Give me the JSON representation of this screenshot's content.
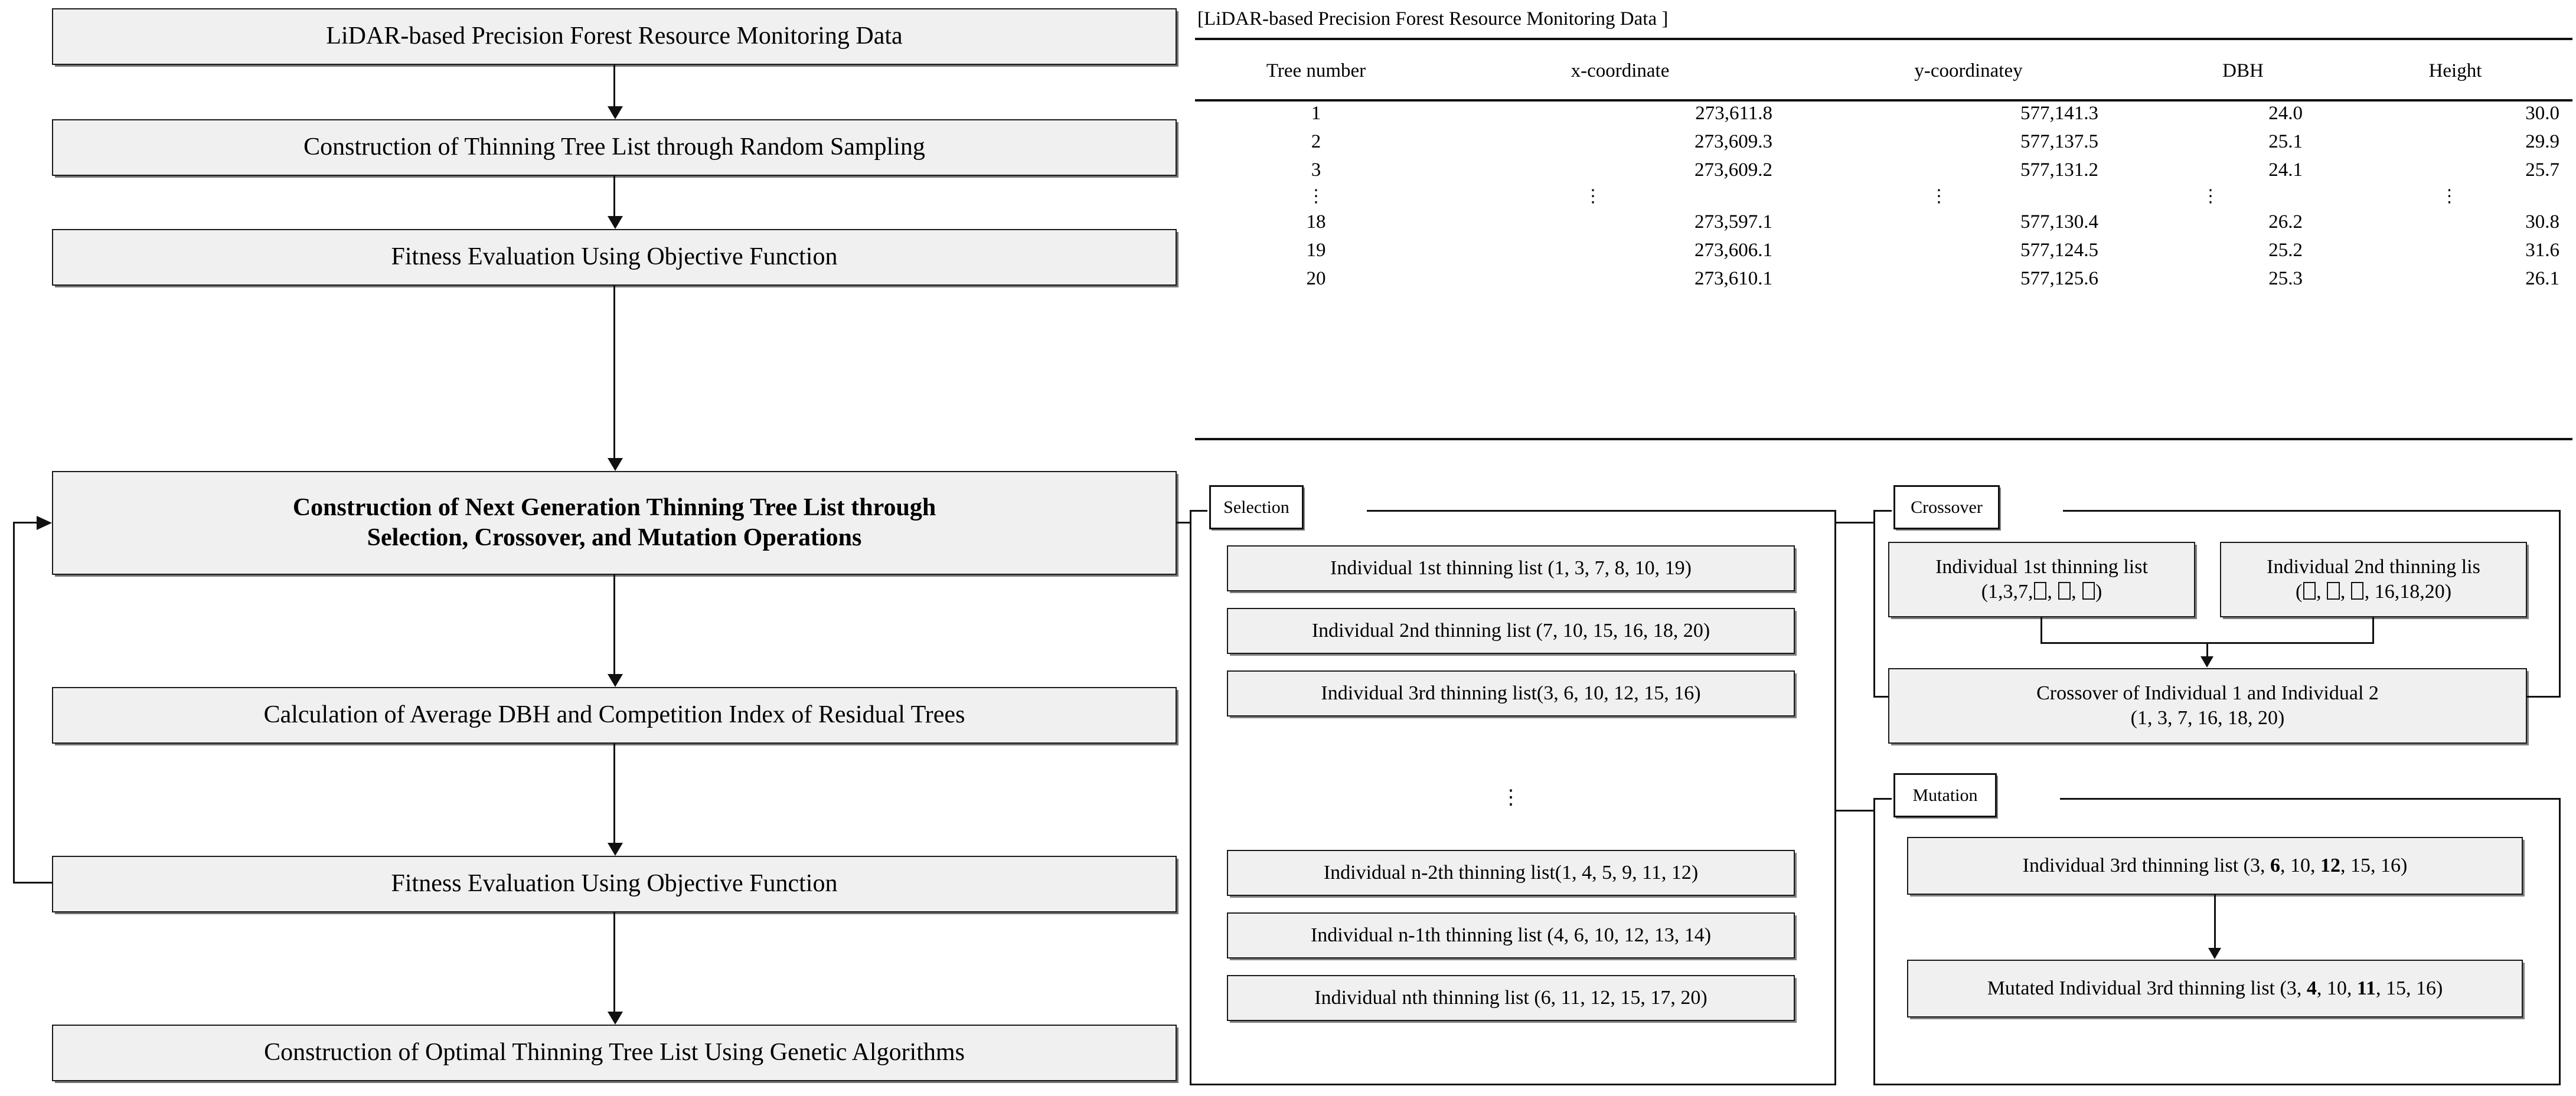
{
  "flowchart": {
    "steps": [
      {
        "id": "step-lidar-data",
        "label": "LiDAR-based Precision Forest Resource Monitoring Data",
        "bold": false
      },
      {
        "id": "step-random-sampling",
        "label": "Construction of Thinning Tree List through Random Sampling",
        "bold": false
      },
      {
        "id": "step-fitness-1",
        "label": "Fitness Evaluation Using Objective Function",
        "bold": false
      },
      {
        "id": "step-next-generation",
        "label_line1": "Construction of Next Generation Thinning Tree List through",
        "label_line2": "Selection, Crossover, and Mutation Operations",
        "bold": true
      },
      {
        "id": "step-avg-dbh",
        "label": "Calculation of Average DBH and Competition Index of Residual Trees",
        "bold": false
      },
      {
        "id": "step-fitness-2",
        "label": "Fitness Evaluation Using Objective Function",
        "bold": false
      },
      {
        "id": "step-optimal-list",
        "label": "Construction of Optimal Thinning Tree List Using Genetic Algorithms",
        "bold": false
      }
    ]
  },
  "table": {
    "caption": "[LiDAR-based Precision Forest Resource Monitoring Data ]",
    "headers": [
      "Tree number",
      "x-coordinate",
      "y-coordinatey",
      "DBH",
      "Height"
    ],
    "ellipsis": "⋮",
    "rows": [
      {
        "tree": "1",
        "x": "273,611.8",
        "y": "577,141.3",
        "dbh": "24.0",
        "height": "30.0"
      },
      {
        "tree": "2",
        "x": "273,609.3",
        "y": "577,137.5",
        "dbh": "25.1",
        "height": "29.9"
      },
      {
        "tree": "3",
        "x": "273,609.2",
        "y": "577,131.2",
        "dbh": "24.1",
        "height": "25.7"
      },
      {
        "tree": "18",
        "x": "273,597.1",
        "y": "577,130.4",
        "dbh": "26.2",
        "height": "30.8"
      },
      {
        "tree": "19",
        "x": "273,606.1",
        "y": "577,124.5",
        "dbh": "25.2",
        "height": "31.6"
      },
      {
        "tree": "20",
        "x": "273,610.1",
        "y": "577,125.6",
        "dbh": "25.3",
        "height": "26.1"
      }
    ]
  },
  "selection": {
    "legend": "Selection",
    "ellipsis": "⋮",
    "items": [
      "Individual 1st thinning list (1, 3, 7, 8, 10, 19)",
      "Individual 2nd thinning list (7, 10, 15, 16, 18, 20)",
      "Individual 3rd thinning list(3, 6, 10, 12, 15, 16)",
      "Individual n-2th thinning list(1, 4, 5, 9, 11, 12)",
      "Individual n-1th thinning list (4, 6, 10, 12, 13, 14)",
      "Individual nth thinning list (6, 11, 12, 15, 17, 20)"
    ]
  },
  "crossover": {
    "legend": "Crossover",
    "parent1_line1": "Individual 1st thinning list",
    "parent1_line2_prefix": "(1,3,7,",
    "parent1_line2_suffix": ")",
    "parent2_line1": "Individual 2nd thinning lis",
    "parent2_line2_prefix": "(",
    "parent2_line2_suffix": " 16,18,20)",
    "result_line1": "Crossover of Individual 1 and Individual 2",
    "result_line2": "(1, 3, 7, 16, 18, 20)"
  },
  "mutation": {
    "legend": "Mutation",
    "before_prefix": "Individual 3rd thinning list (3, ",
    "before_b1": "6",
    "before_mid": ", 10, ",
    "before_b2": "12",
    "before_suffix": ", 15, 16)",
    "after_prefix": "Mutated Individual 3rd thinning list (3, ",
    "after_b1": "4",
    "after_mid": ", 10, ",
    "after_b2": "11",
    "after_suffix": ", 15, 16)"
  },
  "colors": {
    "box_fill": "#f0f0f0",
    "line": "#111111",
    "page_bg": "#ffffff"
  }
}
